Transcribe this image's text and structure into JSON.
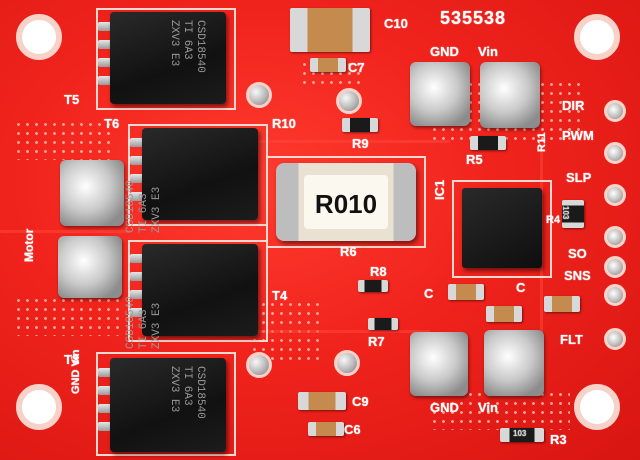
{
  "board": {
    "board_id": "535538",
    "colors": {
      "pcb": "#f0231c",
      "silkscreen": "#ffffff",
      "chip": "#141414",
      "solder": "#c9c9c9"
    }
  },
  "mosfets": [
    {
      "ref": "T5",
      "marking": "CSD18540\nTI 6A3\nZXV3 E3"
    },
    {
      "ref": "T6",
      "marking": "CSD18540\nTI 6A3\nZXV3 E3"
    },
    {
      "ref": "T4",
      "marking": "CSD18540\nTI 6A3\nZXV3 E3"
    },
    {
      "ref": "T3",
      "marking": "CSD18540\nTI 6A3\nZXV3 E3"
    }
  ],
  "shunt": {
    "ref": "R6",
    "marking": "R010"
  },
  "labels": {
    "c10": "C10",
    "c7": "C7",
    "c9": "C9",
    "c6": "C6",
    "r10": "R10",
    "r9": "R9",
    "r8": "R8",
    "r7": "R7",
    "r5": "R5",
    "r3": "R3",
    "r4": "R4",
    "r11": "R11",
    "ic1": "IC1",
    "c_left": "C",
    "c_right": "C",
    "gnd_top": "GND",
    "vin_top": "Vin",
    "gnd_bottom": "GND",
    "vin_bottom": "Vin",
    "gnd_vin_side": "GND Vin",
    "motor": "Motor"
  },
  "header_labels": [
    "DIR",
    "PWM",
    "SLP",
    "SO",
    "SNS",
    "FLT"
  ],
  "resistor_code_1": "103",
  "resistor_code_2": "103"
}
